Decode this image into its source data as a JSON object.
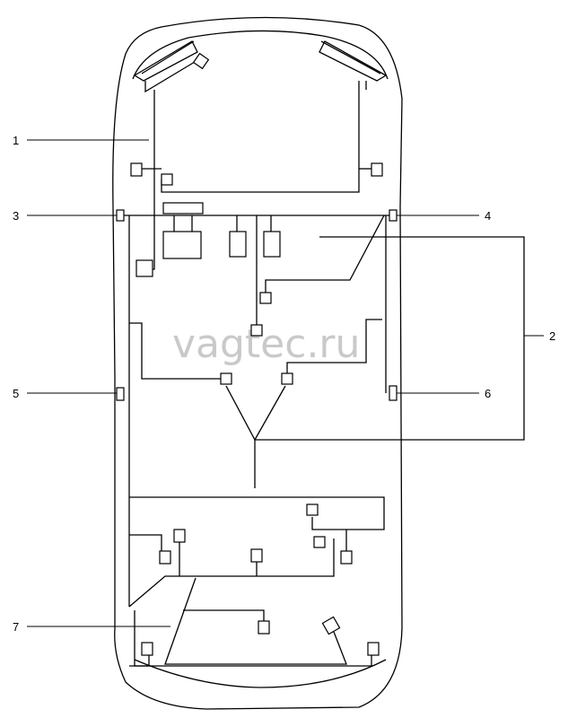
{
  "callouts": {
    "c1": "1",
    "c2": "2",
    "c3": "3",
    "c4": "4",
    "c5": "5",
    "c6": "6",
    "c7": "7"
  },
  "watermark": "vagtec.ru",
  "colors": {
    "line": "#000000",
    "watermark": "#c9c9c9",
    "background": "#ffffff"
  }
}
